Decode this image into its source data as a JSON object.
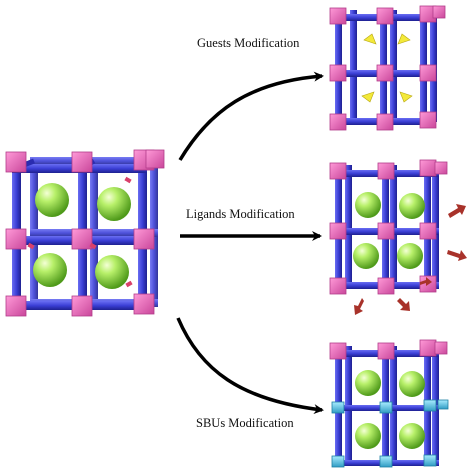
{
  "labels": {
    "guests": "Guests Modification",
    "ligands": "Ligands Modification",
    "sbus": "SBUs Modification"
  },
  "colors": {
    "rod": "#3b3fd6",
    "rod_dark": "#1e2090",
    "node": "#f06cc0",
    "node_dark": "#b23d8a",
    "sphere": "#9be34a",
    "sphere_dark": "#4f9a1a",
    "guest_cone": "#f3e93a",
    "ligand_arrow": "#a8322a",
    "sbu_node": "#4ec8e8",
    "curve": "#000000"
  },
  "icons": {
    "frameworks": "cubic-framework-icon",
    "arrows": "curved-arrow-icon"
  }
}
